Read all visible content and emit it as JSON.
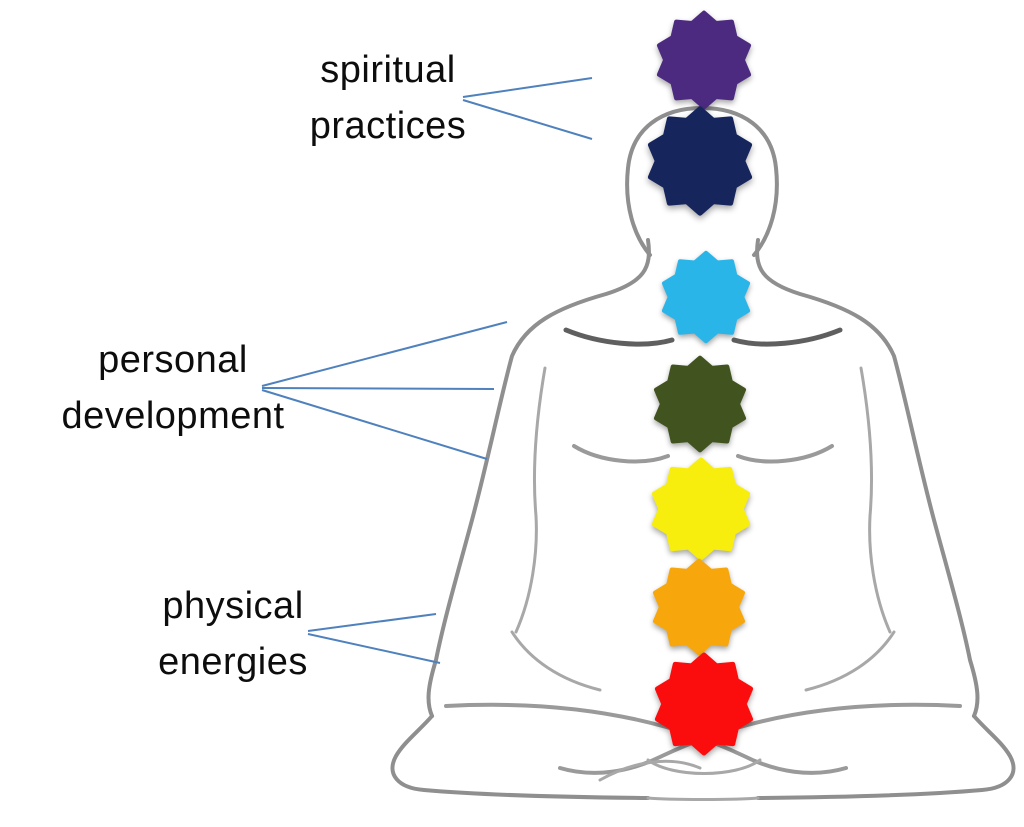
{
  "title": "chakra meditation diagram",
  "colors": {
    "background": "#ffffff",
    "connector": "#4f81bd",
    "outline": "#8f8f8f",
    "outline_dark": "#5f5f5f",
    "outline_light": "#a8a8a8",
    "text": "#0d0d0d"
  },
  "labels": [
    {
      "id": "spiritual-practices",
      "line1": "spiritual",
      "line2": "practices"
    },
    {
      "id": "personal-development",
      "line1": "personal",
      "line2": "development"
    },
    {
      "id": "physical-energies",
      "line1": "physical",
      "line2": "energies"
    }
  ],
  "chakras": [
    {
      "name": "crown-chakra",
      "color": "#4b2a80"
    },
    {
      "name": "third-eye-chakra",
      "color": "#17255d"
    },
    {
      "name": "throat-chakra",
      "color": "#2ab5e9"
    },
    {
      "name": "heart-chakra",
      "color": "#41541f"
    },
    {
      "name": "solar-plexus-chakra",
      "color": "#f8ee0e"
    },
    {
      "name": "sacral-chakra",
      "color": "#f7a70b"
    },
    {
      "name": "root-chakra",
      "color": "#fb0d0d"
    }
  ]
}
